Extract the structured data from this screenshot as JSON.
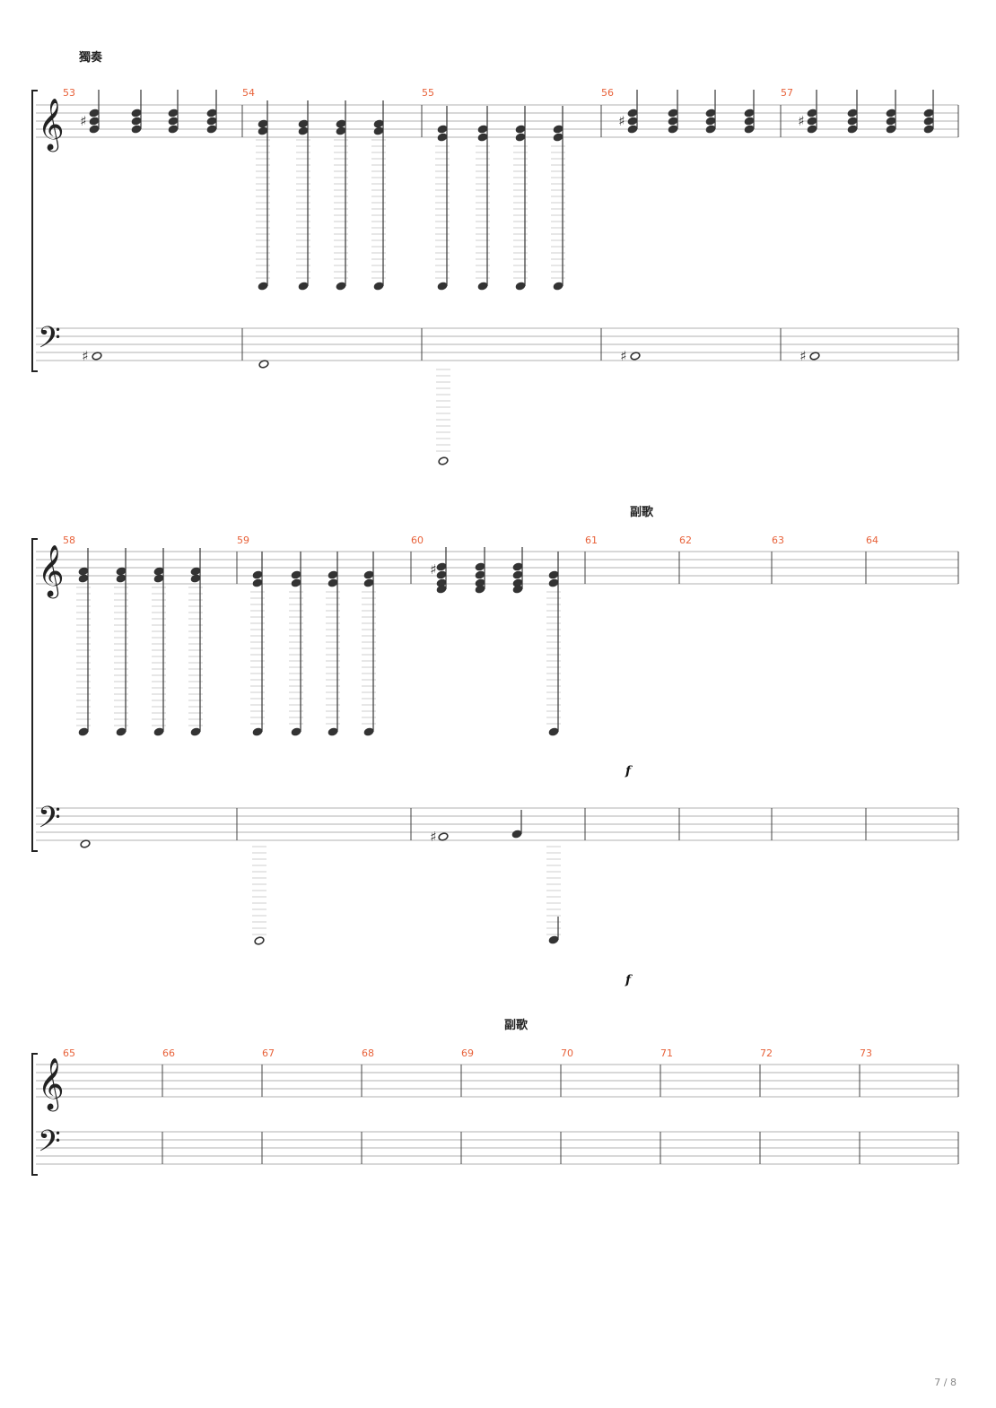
{
  "page": {
    "number": "7 / 8"
  },
  "systems": [
    {
      "section_label": "獨奏",
      "measures": [
        "53",
        "54",
        "55",
        "56",
        "57"
      ],
      "dynamics": []
    },
    {
      "section_label": "副歌",
      "measures": [
        "58",
        "59",
        "60",
        "61",
        "62",
        "63",
        "64"
      ],
      "dynamics": [
        "f",
        "f"
      ]
    },
    {
      "section_label": "副歌",
      "measures": [
        "65",
        "66",
        "67",
        "68",
        "69",
        "70",
        "71",
        "72",
        "73"
      ],
      "dynamics": []
    }
  ]
}
